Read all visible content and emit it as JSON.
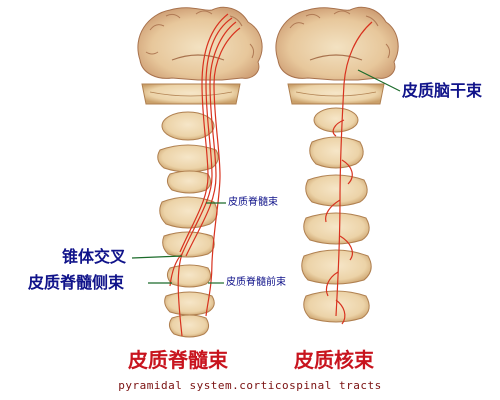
{
  "colors": {
    "tissue_light": "#f1dcb7",
    "tissue_mid": "#e2c091",
    "tissue_dark": "#b98a55",
    "cortex_pink": "#d9a27c",
    "tract_red": "#d8321f",
    "label_blue": "#10138a",
    "title_red": "#c8141e"
  },
  "labels": {
    "corticobulbar_tract": "皮质脑干束",
    "anterior_corticospinal_tract_top": "皮质脊髓束",
    "pyramidal_decussation": "锥体交叉",
    "lateral_corticospinal_tract": "皮质脊髓侧束",
    "anterior_corticospinal_tract": "皮质脊髓前束"
  },
  "titles": {
    "left": "皮质脊髓束",
    "right": "皮质核束",
    "subtitle": "pyramidal system.corticospinal tracts"
  }
}
